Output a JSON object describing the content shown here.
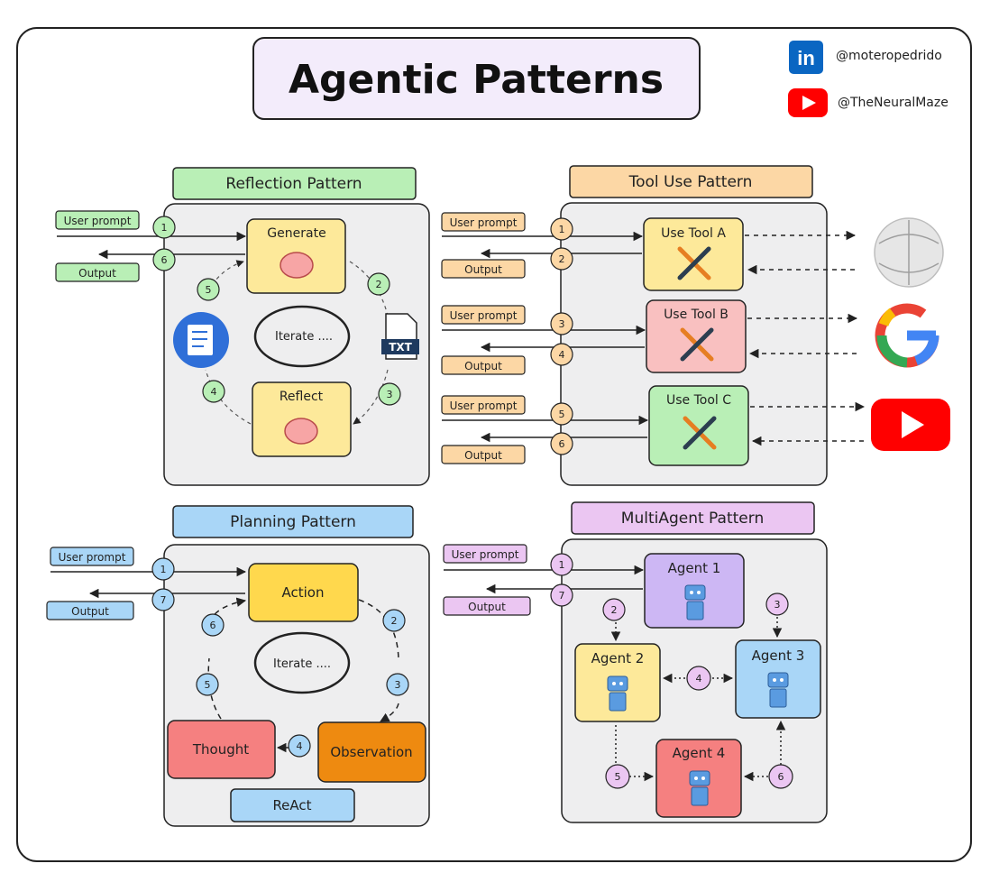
{
  "title": "Agentic Patterns",
  "social": {
    "linkedin": "@moteropedrido",
    "youtube": "@TheNeuralMaze",
    "linkedin_icon_text": "in"
  },
  "reflection": {
    "header": "Reflection Pattern",
    "user_prompt": "User prompt",
    "output": "Output",
    "generate": "Generate",
    "reflect": "Reflect",
    "iterate": "Iterate ....",
    "txt": "TXT",
    "steps": [
      "1",
      "2",
      "3",
      "4",
      "5",
      "6"
    ]
  },
  "tool_use": {
    "header": "Tool Use Pattern",
    "tools": [
      {
        "label": "Use Tool A",
        "in_step": "1",
        "out_step": "2",
        "user_prompt": "User prompt",
        "output": "Output"
      },
      {
        "label": "Use Tool B",
        "in_step": "3",
        "out_step": "4",
        "user_prompt": "User prompt",
        "output": "Output"
      },
      {
        "label": "Use Tool C",
        "in_step": "5",
        "out_step": "6",
        "user_prompt": "User prompt",
        "output": "Output"
      }
    ]
  },
  "planning": {
    "header": "Planning Pattern",
    "user_prompt": "User prompt",
    "output": "Output",
    "action": "Action",
    "observation": "Observation",
    "thought": "Thought",
    "iterate": "Iterate ....",
    "react": "ReAct",
    "steps": [
      "1",
      "2",
      "3",
      "4",
      "5",
      "6",
      "7"
    ]
  },
  "multiagent": {
    "header": "MultiAgent Pattern",
    "user_prompt": "User prompt",
    "output": "Output",
    "agents": [
      "Agent 1",
      "Agent 2",
      "Agent 3",
      "Agent 4"
    ],
    "steps": [
      "1",
      "2",
      "3",
      "4",
      "5",
      "6",
      "7"
    ]
  },
  "colors": {
    "green": "#b9efb6",
    "orange": "#fcd7a5",
    "blue": "#a9d6f7",
    "purple": "#ebc6f2",
    "yellow": "#fde99a",
    "action_yellow": "#ffd84d",
    "observation": "#ee8a10",
    "thought": "#f58080",
    "panel_bg": "#eeeeef"
  }
}
